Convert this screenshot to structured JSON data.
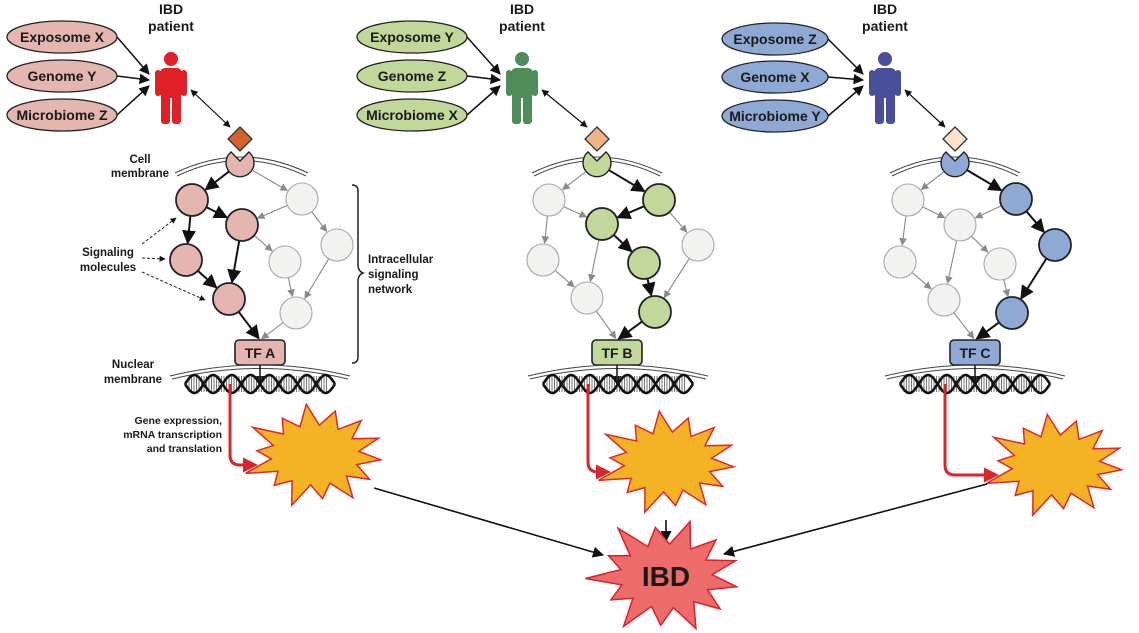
{
  "panels": [
    {
      "id": "A",
      "patient_label_line1": "IBD",
      "patient_label_line2": "patient",
      "factors": [
        "Exposome X",
        "Genome Y",
        "Microbiome Z"
      ],
      "tf_label": "TF A",
      "colors": {
        "fill": "#e5b5b0",
        "patient": "#e02027",
        "ligand": "#d4622a"
      }
    },
    {
      "id": "B",
      "patient_label_line1": "IBD",
      "patient_label_line2": "patient",
      "factors": [
        "Exposome Y",
        "Genome Z",
        "Microbiome X"
      ],
      "tf_label": "TF B",
      "colors": {
        "fill": "#c2d89a",
        "patient": "#4e8c5a",
        "ligand": "#f3b384"
      }
    },
    {
      "id": "C",
      "patient_label_line1": "IBD",
      "patient_label_line2": "patient",
      "factors": [
        "Exposome Z",
        "Genome X",
        "Microbiome Y"
      ],
      "tf_label": "TF C",
      "colors": {
        "fill": "#8eaad4",
        "patient": "#4a4f9c",
        "ligand": "#fde3cc"
      }
    }
  ],
  "annotations": {
    "cell_membrane_1": "Cell",
    "cell_membrane_2": "membrane",
    "signaling_1": "Signaling",
    "signaling_2": "molecules",
    "network_1": "Intracellular",
    "network_2": "signaling",
    "network_3": "network",
    "nuclear_1": "Nuclear",
    "nuclear_2": "membrane",
    "gene_1": "Gene expression,",
    "gene_2": "mRNA transcription",
    "gene_3": "and translation"
  },
  "outcome": {
    "label": "IBD",
    "fill": "#ec6b6b",
    "stroke": "#e02027"
  },
  "colors": {
    "inactive_node": "#f2f2f0",
    "inactive_stroke": "#a8a8a8",
    "star_fill": "#f4b324",
    "star_stroke": "#e3262b",
    "expression_arrow": "#d8262c"
  }
}
